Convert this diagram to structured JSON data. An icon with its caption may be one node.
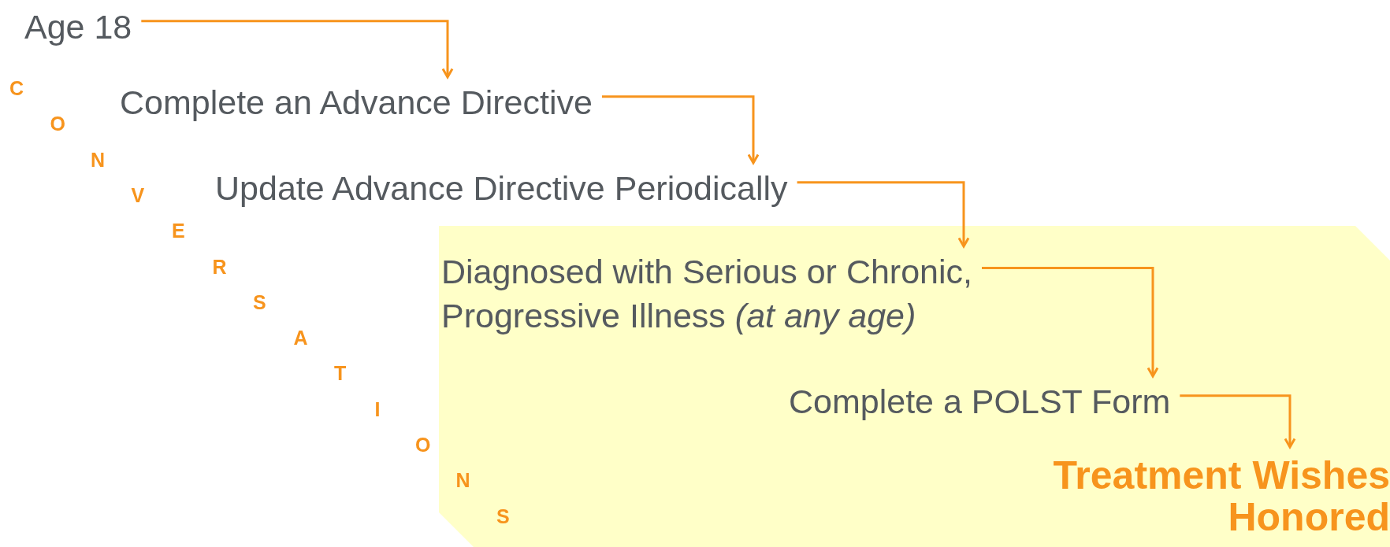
{
  "diagram": {
    "nodes": [
      {
        "text": [
          "Age 18"
        ]
      },
      {
        "text": [
          "Complete an Advance Directive"
        ]
      },
      {
        "text": [
          "Update Advance Directive Periodically"
        ]
      },
      {
        "text": [],
        "shape": "box"
      },
      {
        "text": [
          "Diagnosed with Serious or Chronic, Progressive Illness *(at any age)*"
        ],
        "in": 3
      },
      {
        "text": [
          "Complete a POLST Form"
        ],
        "in": 3
      },
      {
        "text": [
          "Treatment Wishes Honored"
        ],
        "in": 3
      }
    ],
    "edges": [
      {
        "from": 0,
        "to": 1,
        "arrow": "to"
      },
      {
        "from": 1,
        "to": 2,
        "arrow": "to"
      },
      {
        "from": 2,
        "to": 4,
        "arrow": "to"
      },
      {
        "from": 4,
        "to": 5,
        "arrow": "to"
      },
      {
        "from": 5,
        "to": 6,
        "arrow": "to"
      }
    ],
    "labels": [
      "CONVERSATIONS"
    ]
  }
}
